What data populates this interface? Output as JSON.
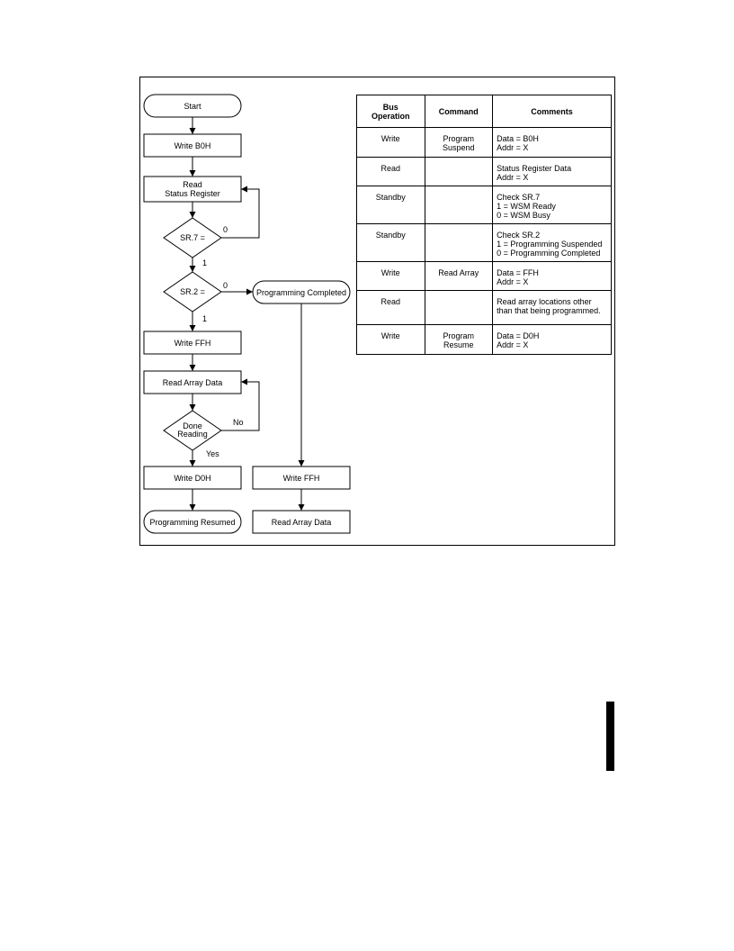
{
  "flowchart": {
    "start": "Start",
    "write_b0h": "Write B0H",
    "read_status": [
      "Read",
      "Status Register"
    ],
    "sr7": "SR.7 =",
    "sr7_zero": "0",
    "sr7_one": "1",
    "sr2": "SR.2 =",
    "sr2_zero": "0",
    "sr2_one": "1",
    "programming_completed": "Programming Completed",
    "write_ffh": "Write FFH",
    "read_array_data": "Read Array Data",
    "done_reading": [
      "Done",
      "Reading"
    ],
    "no_label": "No",
    "yes_label": "Yes",
    "write_d0h": "Write D0H",
    "programming_resumed": "Programming Resumed",
    "write_ffh_right": "Write FFH",
    "read_array_data_right": "Read Array Data"
  },
  "table": {
    "headers": {
      "bus_operation": [
        "Bus",
        "Operation"
      ],
      "command": "Command",
      "comments": "Comments"
    },
    "rows": [
      {
        "bus": "Write",
        "command": [
          "Program",
          "Suspend"
        ],
        "comments": [
          "Data = B0H",
          "Addr = X"
        ]
      },
      {
        "bus": "Read",
        "command": [],
        "comments": [
          "Status Register Data",
          "Addr = X"
        ]
      },
      {
        "bus": "Standby",
        "command": [],
        "comments": [
          "Check SR.7",
          "1 = WSM Ready",
          "0 = WSM Busy"
        ]
      },
      {
        "bus": "Standby",
        "command": [],
        "comments": [
          "Check SR.2",
          "1 = Programming Suspended",
          "0 = Programming Completed"
        ]
      },
      {
        "bus": "Write",
        "command": [
          "Read Array"
        ],
        "comments": [
          "Data = FFH",
          "Addr = X"
        ]
      },
      {
        "bus": "Read",
        "command": [],
        "comments": [
          "Read array locations other",
          "than that being programmed."
        ]
      },
      {
        "bus": "Write",
        "command": [
          "Program",
          "Resume"
        ],
        "comments": [
          "Data = D0H",
          "Addr = X"
        ]
      }
    ]
  }
}
